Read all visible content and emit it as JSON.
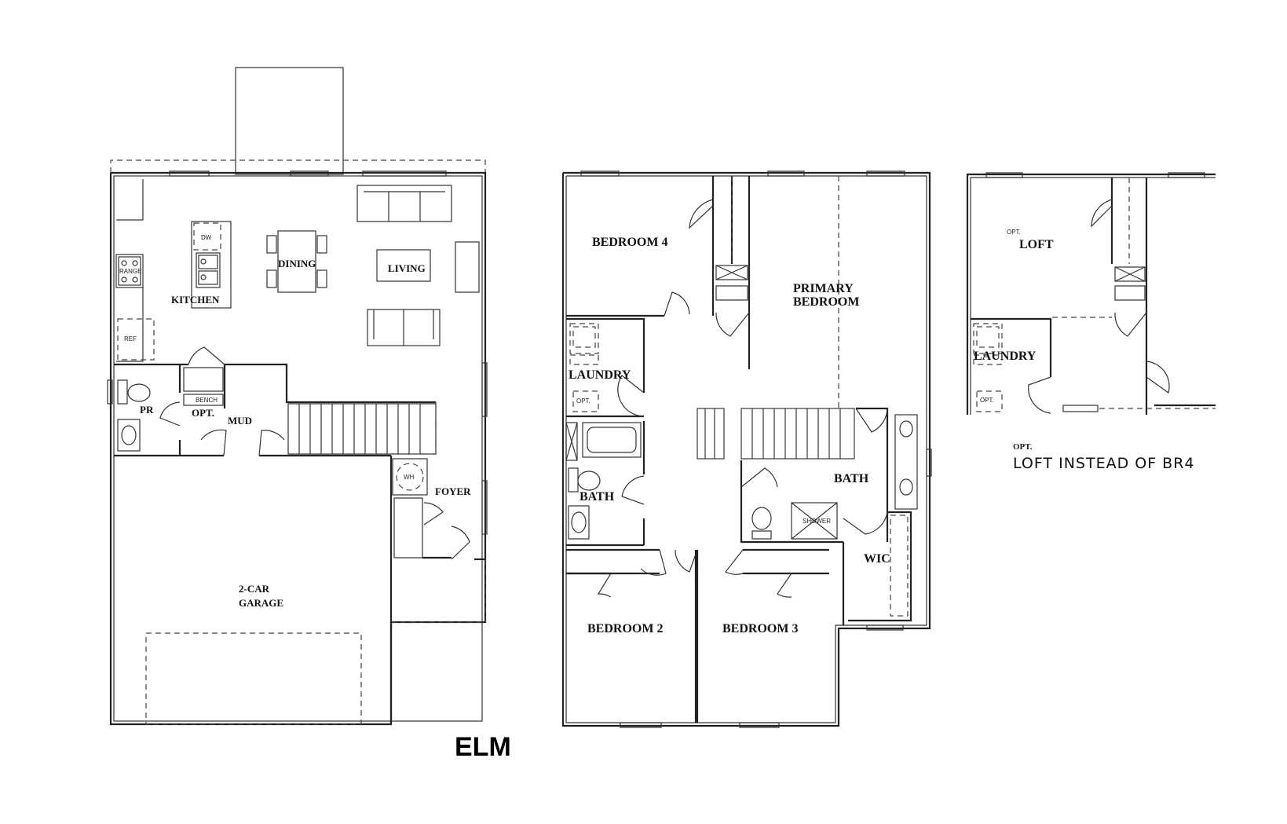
{
  "title": "ELM",
  "first_floor": {
    "rooms": {
      "kitchen": "KITCHEN",
      "dining": "DINING",
      "living": "LIVING",
      "pr": "PR",
      "mud": "MUD",
      "opt": "OPT.",
      "foyer": "FOYER",
      "garage_line1": "2-CAR",
      "garage_line2": "GARAGE"
    },
    "fixtures": {
      "dw": "DW",
      "range": "RANGE",
      "ref": "REF",
      "bench": "BENCH",
      "wh": "WH"
    }
  },
  "second_floor": {
    "rooms": {
      "bedroom4": "BEDROOM 4",
      "primary_line1": "PRIMARY",
      "primary_line2": "BEDROOM",
      "laundry": "LAUNDRY",
      "opt": "OPT.",
      "bath_hall": "BATH",
      "bath_primary": "BATH",
      "wic": "WIC",
      "bedroom2": "BEDROOM 2",
      "bedroom3": "BEDROOM 3"
    },
    "fixtures": {
      "shower": "SHOWER"
    }
  },
  "option": {
    "rooms": {
      "opt_label": "OPT.",
      "loft": "LOFT",
      "laundry": "LAUNDRY",
      "opt_box": "OPT."
    },
    "note_opt": "OPT.",
    "note": "LOFT INSTEAD OF BR4"
  }
}
